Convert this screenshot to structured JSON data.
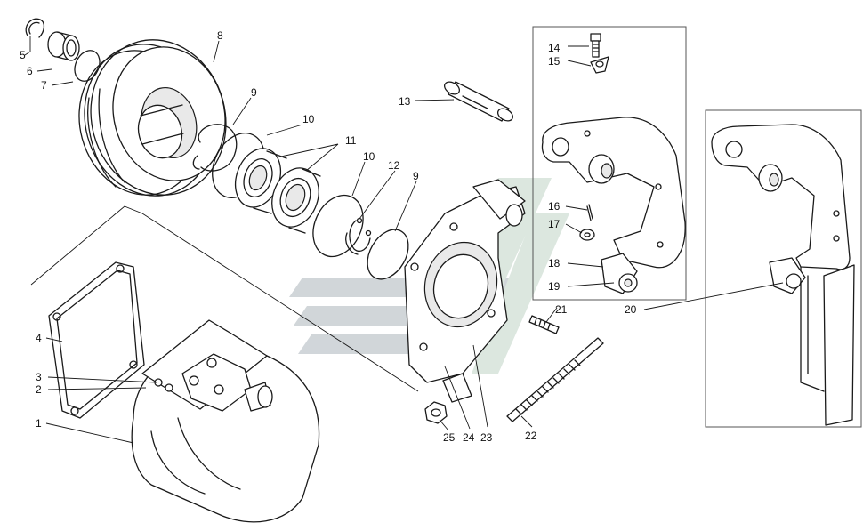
{
  "callouts": [
    {
      "id": "c1",
      "text": "1"
    },
    {
      "id": "c2",
      "text": "2"
    },
    {
      "id": "c3",
      "text": "3"
    },
    {
      "id": "c4",
      "text": "4"
    },
    {
      "id": "c5",
      "text": "5"
    },
    {
      "id": "c6",
      "text": "6"
    },
    {
      "id": "c7",
      "text": "7"
    },
    {
      "id": "c8",
      "text": "8"
    },
    {
      "id": "c9a",
      "text": "9"
    },
    {
      "id": "c9b",
      "text": "9"
    },
    {
      "id": "c10a",
      "text": "10"
    },
    {
      "id": "c10b",
      "text": "10"
    },
    {
      "id": "c11",
      "text": "11"
    },
    {
      "id": "c12",
      "text": "12"
    },
    {
      "id": "c13",
      "text": "13"
    },
    {
      "id": "c14",
      "text": "14"
    },
    {
      "id": "c15",
      "text": "15"
    },
    {
      "id": "c16",
      "text": "16"
    },
    {
      "id": "c17",
      "text": "17"
    },
    {
      "id": "c18",
      "text": "18"
    },
    {
      "id": "c19",
      "text": "19"
    },
    {
      "id": "c20",
      "text": "20"
    },
    {
      "id": "c21",
      "text": "21"
    },
    {
      "id": "c22",
      "text": "22"
    },
    {
      "id": "c23",
      "text": "23"
    },
    {
      "id": "c24",
      "text": "24"
    },
    {
      "id": "c25",
      "text": "25"
    }
  ],
  "colors": {
    "ink": "#1a1a1a",
    "watermark_gray": "#c9cfd3",
    "watermark_green": "#d6e3da",
    "background": "#ffffff"
  }
}
